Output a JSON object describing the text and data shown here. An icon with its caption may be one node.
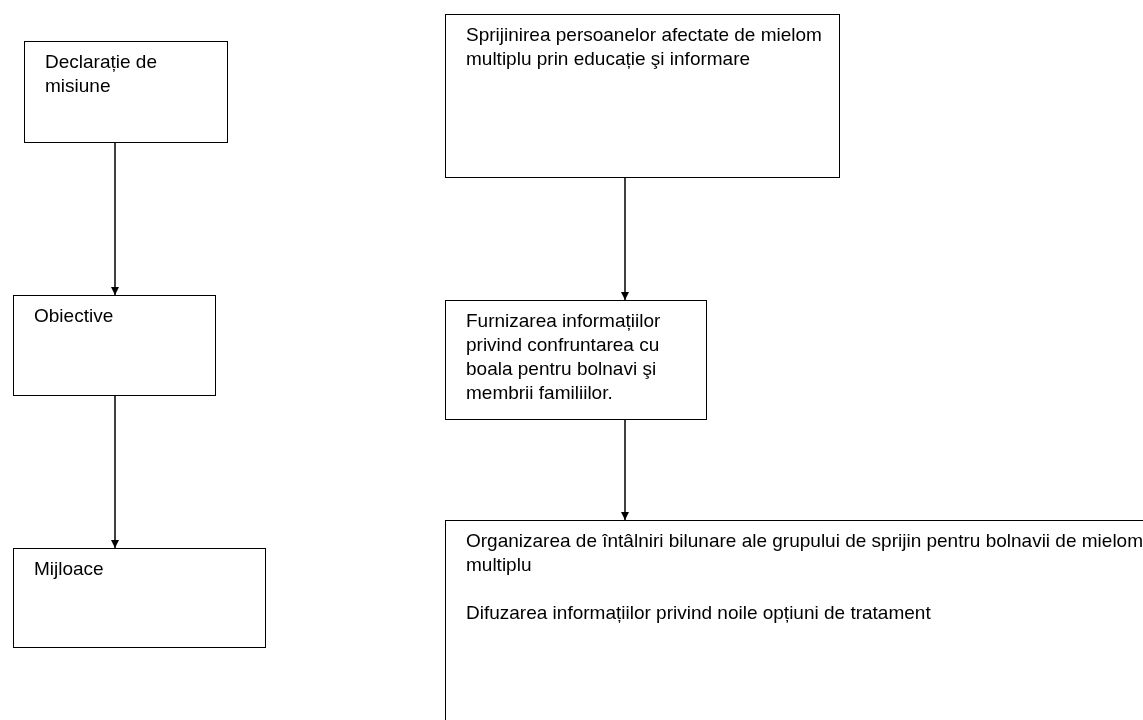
{
  "diagram": {
    "nodes": [
      {
        "text": [
          "Declarație de misiune"
        ]
      },
      {
        "text": [
          "Obiective"
        ]
      },
      {
        "text": [
          "Mijloace"
        ]
      },
      {
        "text": [
          "Sprijinirea persoanelor afectate de mielom multiplu prin educație şi informare"
        ]
      },
      {
        "text": [
          "Furnizarea informațiilor privind confruntarea cu boala pentru bolnavi şi membrii familiilor."
        ]
      },
      {
        "text": [
          "Organizarea de întâlniri bilunare ale grupului de sprijin pentru bolnavii de mielom multiplu",
          "Difuzarea informațiilor privind noile opțiuni de tratament"
        ]
      }
    ],
    "edges": [
      {
        "from": 0,
        "to": 1,
        "arrow": "to"
      },
      {
        "from": 1,
        "to": 2,
        "arrow": "to"
      },
      {
        "from": 3,
        "to": 4,
        "arrow": "to"
      },
      {
        "from": 4,
        "to": 5,
        "arrow": "to"
      }
    ]
  }
}
